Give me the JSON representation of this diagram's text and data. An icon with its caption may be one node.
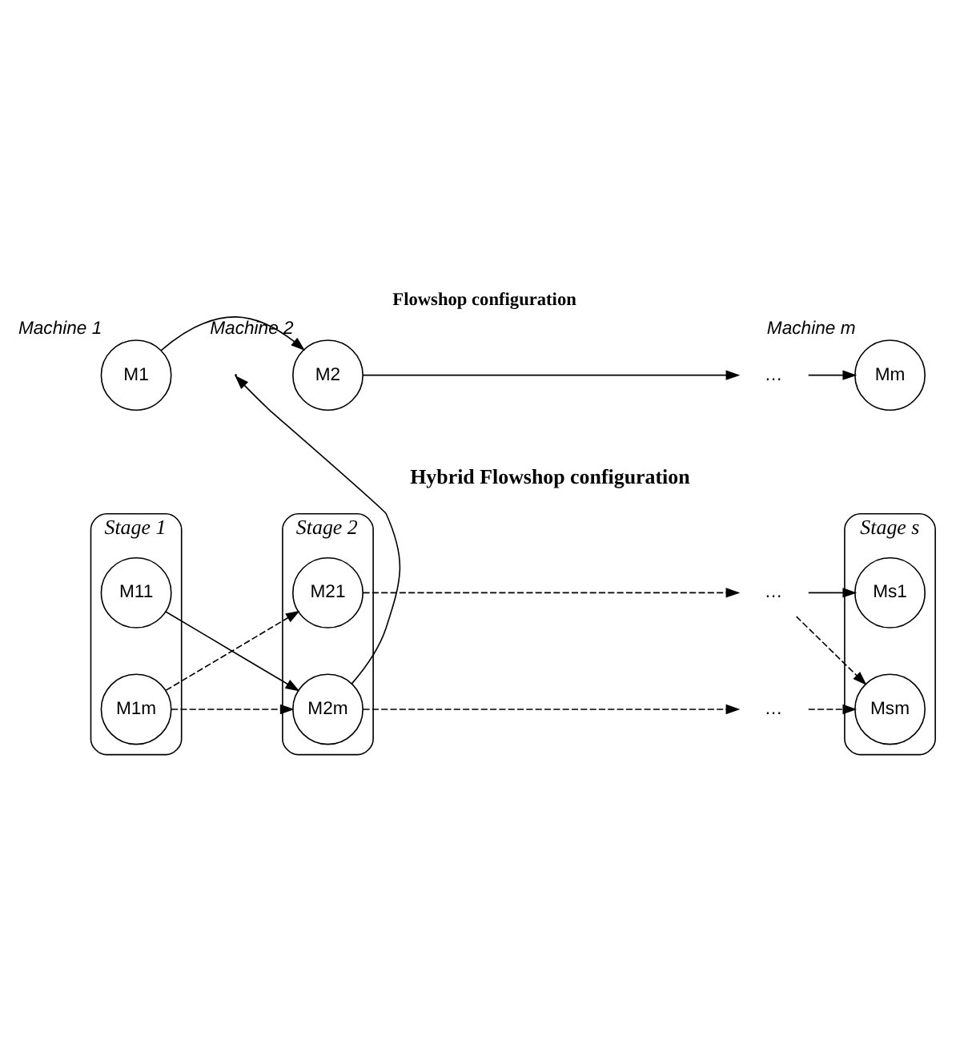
{
  "diagram": {
    "title": "Flowshop configuration",
    "nodes": [
      {
        "text": [
          "M1"
        ],
        "beside": [
          "Machine 1"
        ]
      },
      {
        "text": [
          "M2"
        ],
        "beside": [
          "Machine 2"
        ]
      },
      {
        "text": [
          "…"
        ]
      },
      {
        "text": [
          "Mm"
        ],
        "beside": [
          "Machine m"
        ]
      },
      {
        "text": [
          "Stage 1"
        ]
      },
      {
        "text": [
          "M11"
        ],
        "in": 4
      },
      {
        "text": [
          "M1m"
        ],
        "in": 4
      },
      {
        "text": [
          "Stage 2"
        ]
      },
      {
        "text": [
          "M21"
        ],
        "in": 7
      },
      {
        "text": [
          "M2m"
        ],
        "in": 7
      },
      {
        "text": [
          "…"
        ]
      },
      {
        "text": [
          "…"
        ]
      },
      {
        "text": [
          "Stage s"
        ]
      },
      {
        "text": [
          "Ms1"
        ],
        "in": 12
      },
      {
        "text": [
          "Msm"
        ],
        "in": 12
      }
    ],
    "edges": [
      {
        "from": 0,
        "to": 1,
        "arrow": "to"
      },
      {
        "from": 1,
        "to": 2,
        "arrow": "to"
      },
      {
        "from": 2,
        "to": 3,
        "arrow": "to"
      },
      {
        "from": 5,
        "to": 9,
        "arrow": "to"
      },
      {
        "from": 6,
        "to": 8,
        "arrow": "to",
        "style": "dashed"
      },
      {
        "from": 6,
        "to": 9,
        "arrow": "to",
        "style": "dashed"
      },
      {
        "from": 8,
        "to": 10,
        "arrow": "to",
        "style": "dashed"
      },
      {
        "from": 9,
        "to": null,
        "arrow": "to"
      },
      {
        "from": 9,
        "to": 11,
        "arrow": "to",
        "style": "dashed"
      },
      {
        "from": 10,
        "to": 13,
        "arrow": "to"
      },
      {
        "from": 10,
        "to": 14,
        "arrow": "to",
        "style": "dashed"
      },
      {
        "from": 11,
        "to": 14,
        "arrow": "to",
        "style": "dashed"
      }
    ],
    "labels": [
      "Hybrid Flowshop configuration"
    ]
  }
}
